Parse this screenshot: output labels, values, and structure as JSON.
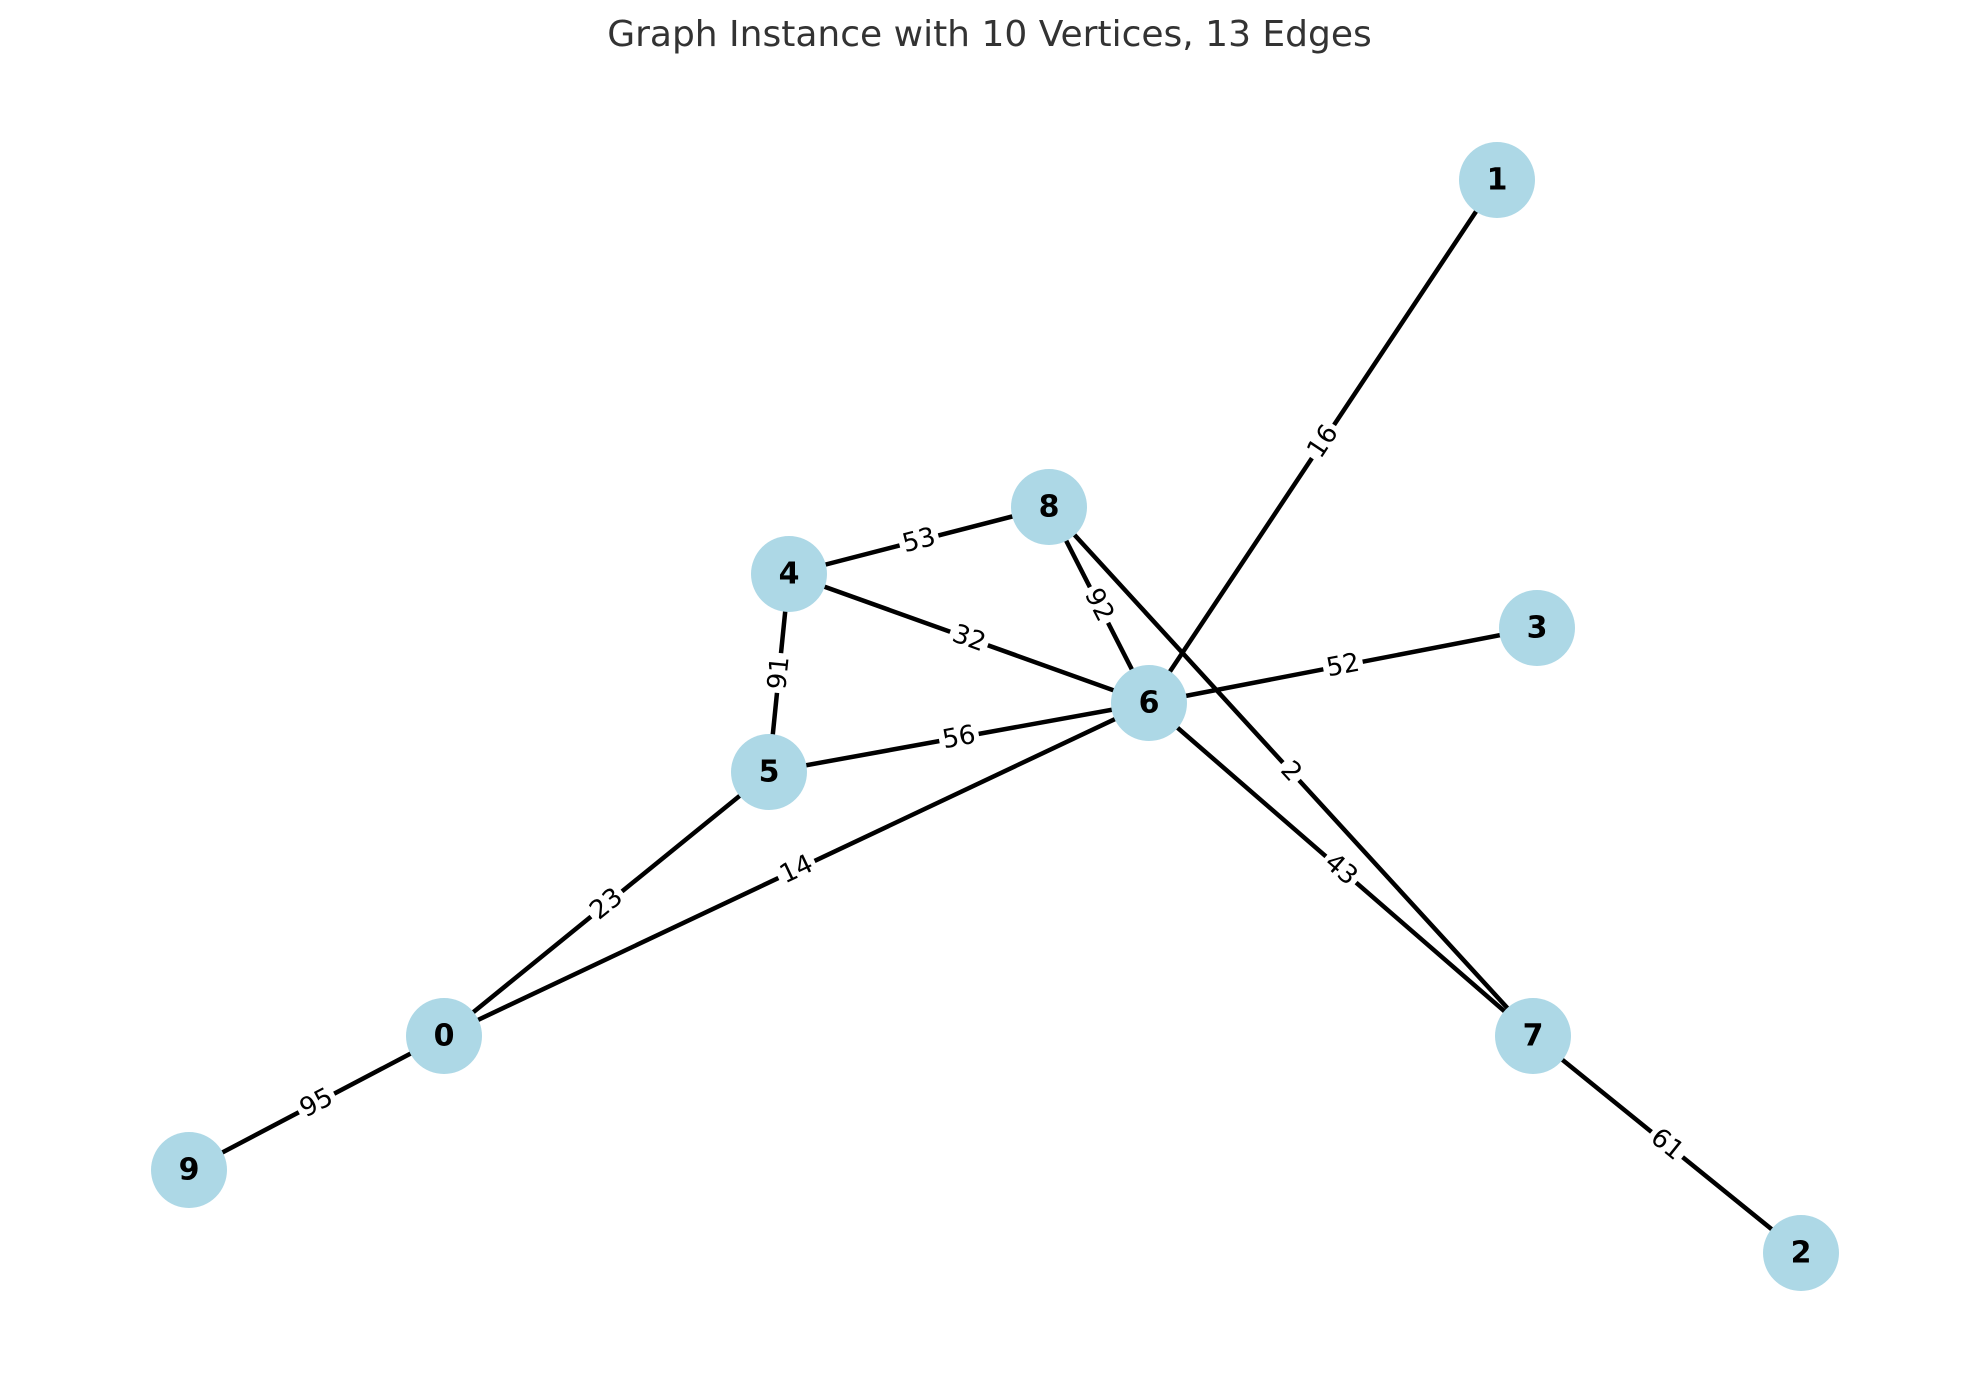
{
  "title": "Graph Instance with 10 Vertices, 13 Edges",
  "colors": {
    "node_fill": "#add8e6",
    "edge": "#000000",
    "title_text": "#333333"
  },
  "nodes": [
    {
      "id": "0",
      "label": "0"
    },
    {
      "id": "1",
      "label": "1"
    },
    {
      "id": "2",
      "label": "2"
    },
    {
      "id": "3",
      "label": "3"
    },
    {
      "id": "4",
      "label": "4"
    },
    {
      "id": "5",
      "label": "5"
    },
    {
      "id": "6",
      "label": "6"
    },
    {
      "id": "7",
      "label": "7"
    },
    {
      "id": "8",
      "label": "8"
    },
    {
      "id": "9",
      "label": "9"
    }
  ],
  "edges": [
    {
      "source": "9",
      "target": "0",
      "weight": "95"
    },
    {
      "source": "0",
      "target": "5",
      "weight": "23"
    },
    {
      "source": "0",
      "target": "6",
      "weight": "14"
    },
    {
      "source": "4",
      "target": "8",
      "weight": "53"
    },
    {
      "source": "4",
      "target": "6",
      "weight": "32"
    },
    {
      "source": "4",
      "target": "5",
      "weight": "91"
    },
    {
      "source": "5",
      "target": "6",
      "weight": "56"
    },
    {
      "source": "8",
      "target": "6",
      "weight": "92"
    },
    {
      "source": "8",
      "target": "7",
      "weight": "2"
    },
    {
      "source": "6",
      "target": "1",
      "weight": "16"
    },
    {
      "source": "6",
      "target": "3",
      "weight": "52"
    },
    {
      "source": "6",
      "target": "7",
      "weight": "43"
    },
    {
      "source": "7",
      "target": "2",
      "weight": "61"
    }
  ]
}
